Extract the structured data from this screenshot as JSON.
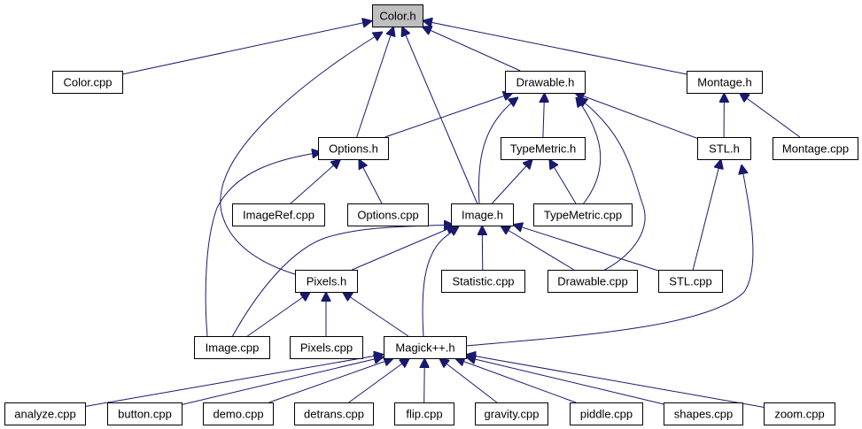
{
  "diagram": {
    "colors": {
      "edge": "#191970",
      "node_border": "#000000",
      "root_fill": "#bfbfbf",
      "node_fill": "#ffffff"
    },
    "nodes": {
      "color_h": "Color.h",
      "color_cpp": "Color.cpp",
      "drawable_h": "Drawable.h",
      "montage_h": "Montage.h",
      "options_h": "Options.h",
      "typemetric_h": "TypeMetric.h",
      "stl_h": "STL.h",
      "montage_cpp": "Montage.cpp",
      "imageref_cpp": "ImageRef.cpp",
      "options_cpp": "Options.cpp",
      "image_h": "Image.h",
      "typemetric_cpp": "TypeMetric.cpp",
      "pixels_h": "Pixels.h",
      "statistic_cpp": "Statistic.cpp",
      "drawable_cpp": "Drawable.cpp",
      "stl_cpp": "STL.cpp",
      "image_cpp": "Image.cpp",
      "pixels_cpp": "Pixels.cpp",
      "magickpp_h": "Magick++.h",
      "analyze_cpp": "analyze.cpp",
      "button_cpp": "button.cpp",
      "demo_cpp": "demo.cpp",
      "detrans_cpp": "detrans.cpp",
      "flip_cpp": "flip.cpp",
      "gravity_cpp": "gravity.cpp",
      "piddle_cpp": "piddle.cpp",
      "shapes_cpp": "shapes.cpp",
      "zoom_cpp": "zoom.cpp"
    },
    "edges": [
      [
        "color_cpp",
        "color_h"
      ],
      [
        "drawable_h",
        "color_h"
      ],
      [
        "montage_h",
        "color_h"
      ],
      [
        "options_h",
        "color_h"
      ],
      [
        "image_h",
        "color_h"
      ],
      [
        "pixels_h",
        "color_h"
      ],
      [
        "options_h",
        "drawable_h"
      ],
      [
        "typemetric_h",
        "drawable_h"
      ],
      [
        "stl_h",
        "drawable_h"
      ],
      [
        "image_h",
        "drawable_h"
      ],
      [
        "typemetric_cpp",
        "drawable_h"
      ],
      [
        "drawable_cpp",
        "drawable_h"
      ],
      [
        "stl_h",
        "montage_h"
      ],
      [
        "montage_cpp",
        "montage_h"
      ],
      [
        "imageref_cpp",
        "options_h"
      ],
      [
        "options_cpp",
        "options_h"
      ],
      [
        "image_cpp",
        "options_h"
      ],
      [
        "image_h",
        "typemetric_h"
      ],
      [
        "typemetric_cpp",
        "typemetric_h"
      ],
      [
        "stl_cpp",
        "stl_h"
      ],
      [
        "magickpp_h",
        "stl_h"
      ],
      [
        "pixels_h",
        "image_h"
      ],
      [
        "statistic_cpp",
        "image_h"
      ],
      [
        "drawable_cpp",
        "image_h"
      ],
      [
        "stl_cpp",
        "image_h"
      ],
      [
        "image_cpp",
        "image_h"
      ],
      [
        "magickpp_h",
        "image_h"
      ],
      [
        "image_cpp",
        "pixels_h"
      ],
      [
        "pixels_cpp",
        "pixels_h"
      ],
      [
        "magickpp_h",
        "pixels_h"
      ],
      [
        "analyze_cpp",
        "magickpp_h"
      ],
      [
        "button_cpp",
        "magickpp_h"
      ],
      [
        "demo_cpp",
        "magickpp_h"
      ],
      [
        "detrans_cpp",
        "magickpp_h"
      ],
      [
        "flip_cpp",
        "magickpp_h"
      ],
      [
        "gravity_cpp",
        "magickpp_h"
      ],
      [
        "piddle_cpp",
        "magickpp_h"
      ],
      [
        "shapes_cpp",
        "magickpp_h"
      ],
      [
        "zoom_cpp",
        "magickpp_h"
      ]
    ]
  }
}
